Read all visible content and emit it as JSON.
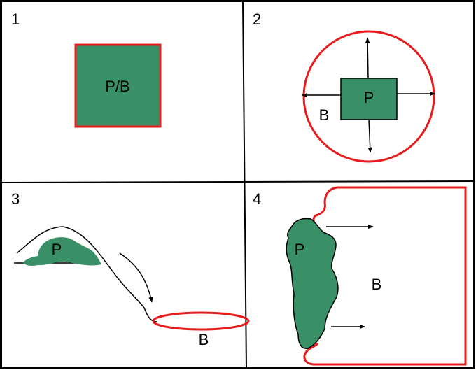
{
  "panels": [
    {
      "number": "1",
      "labels": [
        "P/B"
      ]
    },
    {
      "number": "2",
      "labels": [
        "P",
        "B"
      ]
    },
    {
      "number": "3",
      "labels": [
        "P",
        "B"
      ]
    },
    {
      "number": "4",
      "labels": [
        "P",
        "B"
      ]
    }
  ],
  "colors": {
    "fill": "#3a9066",
    "boundary": "#e81c1c",
    "ink": "#000000",
    "background": "#ffffff"
  }
}
